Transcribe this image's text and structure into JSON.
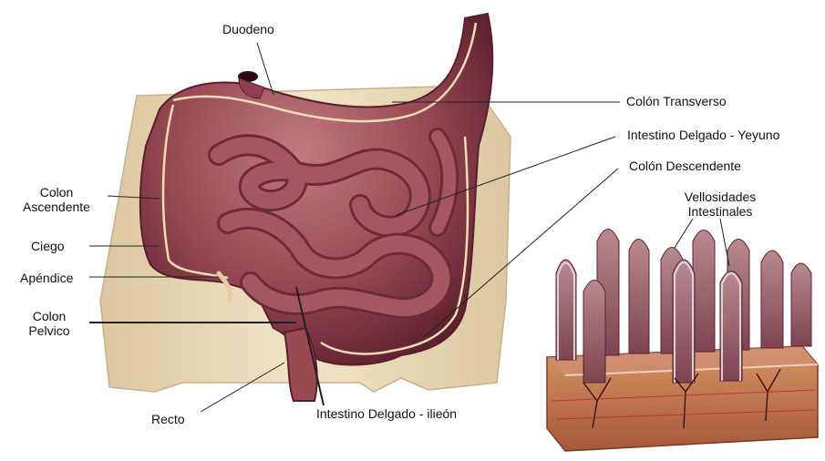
{
  "labels": {
    "duodeno": "Duodeno",
    "colon_transverso": "Colón Transverso",
    "yeyuno": "Intestino Delgado - Yeyuno",
    "colon_descendente": "Colón Descendente",
    "colon_ascendente_1": "Colon",
    "colon_ascendente_2": "Ascendente",
    "ciego": "Ciego",
    "apendice": "Apéndice",
    "colon_pelvico_1": "Colon",
    "colon_pelvico_2": "Pelvico",
    "recto": "Recto",
    "ileon": "Intestino Delgado - ilieón",
    "vellosidades_1": "Vellosidades",
    "vellosidades_2": "Intestinales"
  },
  "colors": {
    "background": "#ffffff",
    "skin": "#ead9b0",
    "intestine": "#9a4a55",
    "intestine_dark": "#6e2a36",
    "villus_tissue": "#c97a4a",
    "leader_line": "#222222"
  }
}
